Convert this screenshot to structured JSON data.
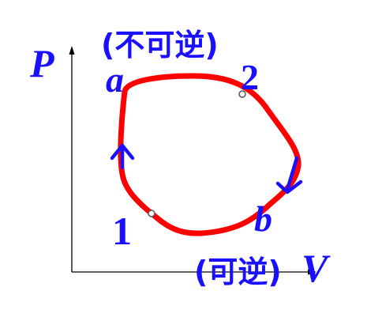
{
  "labels": {
    "p_axis": "P",
    "v_axis": "V",
    "point_a": "a",
    "point_b": "b",
    "point_1": "1",
    "point_2": "2",
    "path_irreversible": "(不可逆)",
    "path_reversible": "(可逆)"
  },
  "colors": {
    "cycle": "#ff0000",
    "arrows": "#1a10ff",
    "text": "#1a10ff",
    "axes": "#000000",
    "marker_fill": "#ffffff",
    "marker_stroke": "#555555"
  }
}
